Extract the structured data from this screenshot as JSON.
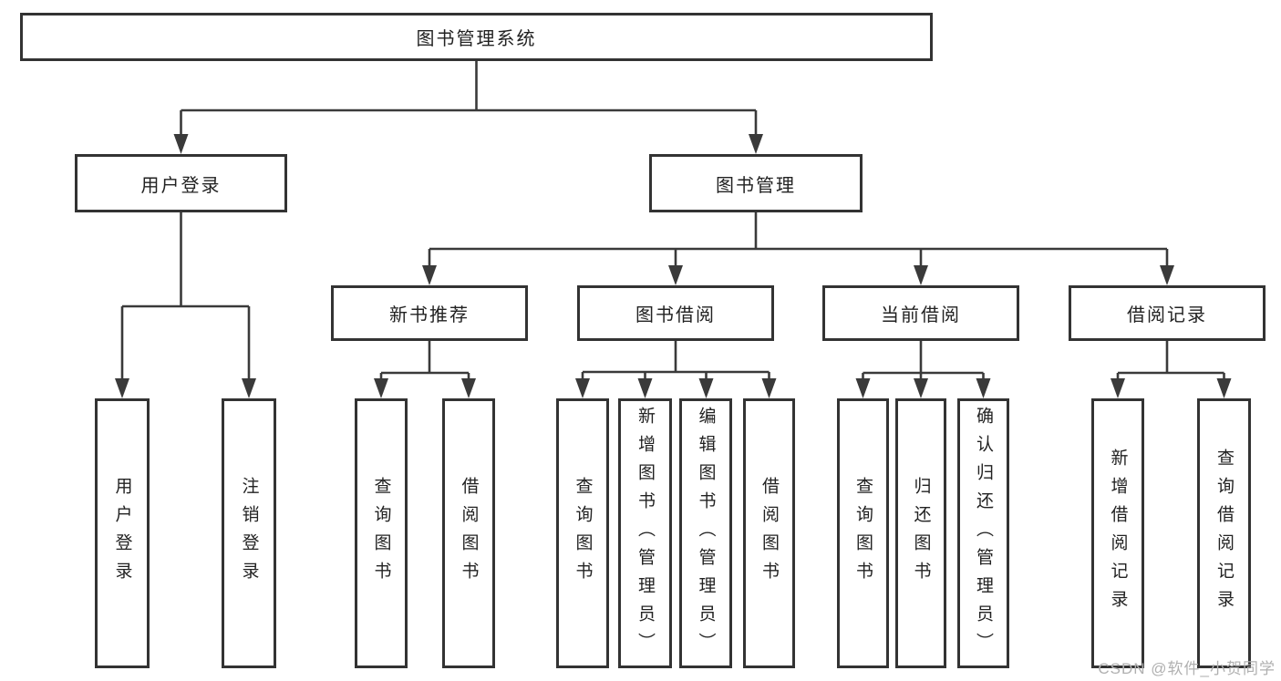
{
  "colors": {
    "line": "#3a3a3a",
    "box_border": "#333333",
    "box_fill": "#ffffff",
    "text": "#222222",
    "watermark_text_color": "#b0b0b0",
    "background": "#ffffff"
  },
  "diagram": {
    "root": {
      "label": "图书管理系统"
    },
    "level1": [
      {
        "label": "用户登录"
      },
      {
        "label": "图书管理"
      }
    ],
    "level2": [
      {
        "label": "新书推荐"
      },
      {
        "label": "图书借阅"
      },
      {
        "label": "当前借阅"
      },
      {
        "label": "借阅记录"
      }
    ],
    "leaves": {
      "user_login": [
        {
          "label": "用户登录"
        },
        {
          "label": "注销登录"
        }
      ],
      "new_book_recommend": [
        {
          "label": "查询图书"
        },
        {
          "label": "借阅图书"
        }
      ],
      "book_borrow": [
        {
          "label": "查询图书"
        },
        {
          "label": "新增图书（管理员）"
        },
        {
          "label": "编辑图书（管理员）"
        },
        {
          "label": "借阅图书"
        }
      ],
      "current_borrow": [
        {
          "label": "查询图书"
        },
        {
          "label": "归还图书"
        },
        {
          "label": "确认归还（管理员）"
        }
      ],
      "borrow_records": [
        {
          "label": "新增借阅记录"
        },
        {
          "label": "查询借阅记录"
        }
      ]
    }
  },
  "watermark": {
    "text": "CSDN @软件_小贺同学"
  }
}
